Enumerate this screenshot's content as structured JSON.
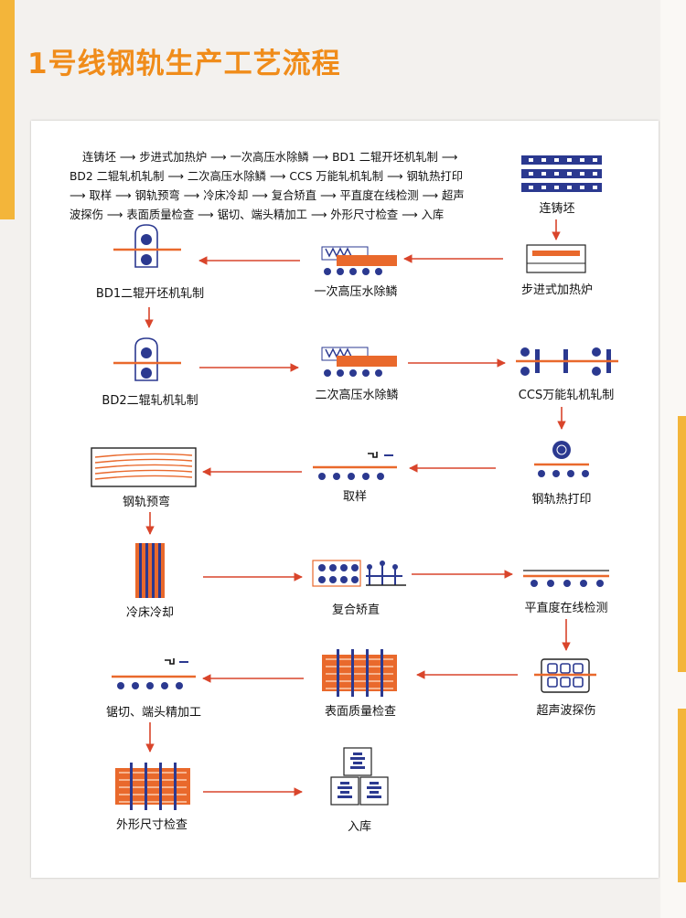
{
  "page_title": "1号线钢轨生产工艺流程",
  "summary_lines": [
    "连铸坯 ⟶ 步进式加热炉 ⟶ 一次高压水除鳞 ⟶ BD1 二辊开坯机轧制 ⟶",
    "BD2 二辊轧机轧制 ⟶ 二次高压水除鳞 ⟶ CCS 万能轧机轧制 ⟶ 钢轨热打印",
    "⟶ 取样 ⟶ 钢轨预弯 ⟶ 冷床冷却 ⟶ 复合矫直 ⟶ 平直度在线检测 ⟶ 超声",
    "波探伤 ⟶ 表面质量检查 ⟶ 锯切、端头精加工 ⟶ 外形尺寸检查 ⟶ 入库"
  ],
  "steps": {
    "continuous_casting_billet": "连铸坯",
    "walking_beam_furnace": "步进式加热炉",
    "first_descaling": "一次高压水除鳞",
    "bd1_rolling": "BD1二辊开坯机轧制",
    "bd2_rolling": "BD2二辊轧机轧制",
    "second_descaling": "二次高压水除鳞",
    "ccs_rolling": "CCS万能轧机轧制",
    "hot_marking": "钢轨热打印",
    "sampling": "取样",
    "pre_bending": "钢轨预弯",
    "cooling_bed": "冷床冷却",
    "straightening": "复合矫直",
    "flatness_inspection": "平直度在线检测",
    "ultrasonic_testing": "超声波探伤",
    "surface_inspection": "表面质量检查",
    "sawing_end_finishing": "锯切、端头精加工",
    "dimension_inspection": "外形尺寸检查",
    "warehousing": "入库"
  },
  "colors": {
    "title": "#f08c1a",
    "accent_stripe": "#f3b53a",
    "orange": "#e9692c",
    "navy": "#2b3990",
    "arrow": "#d9452b"
  }
}
